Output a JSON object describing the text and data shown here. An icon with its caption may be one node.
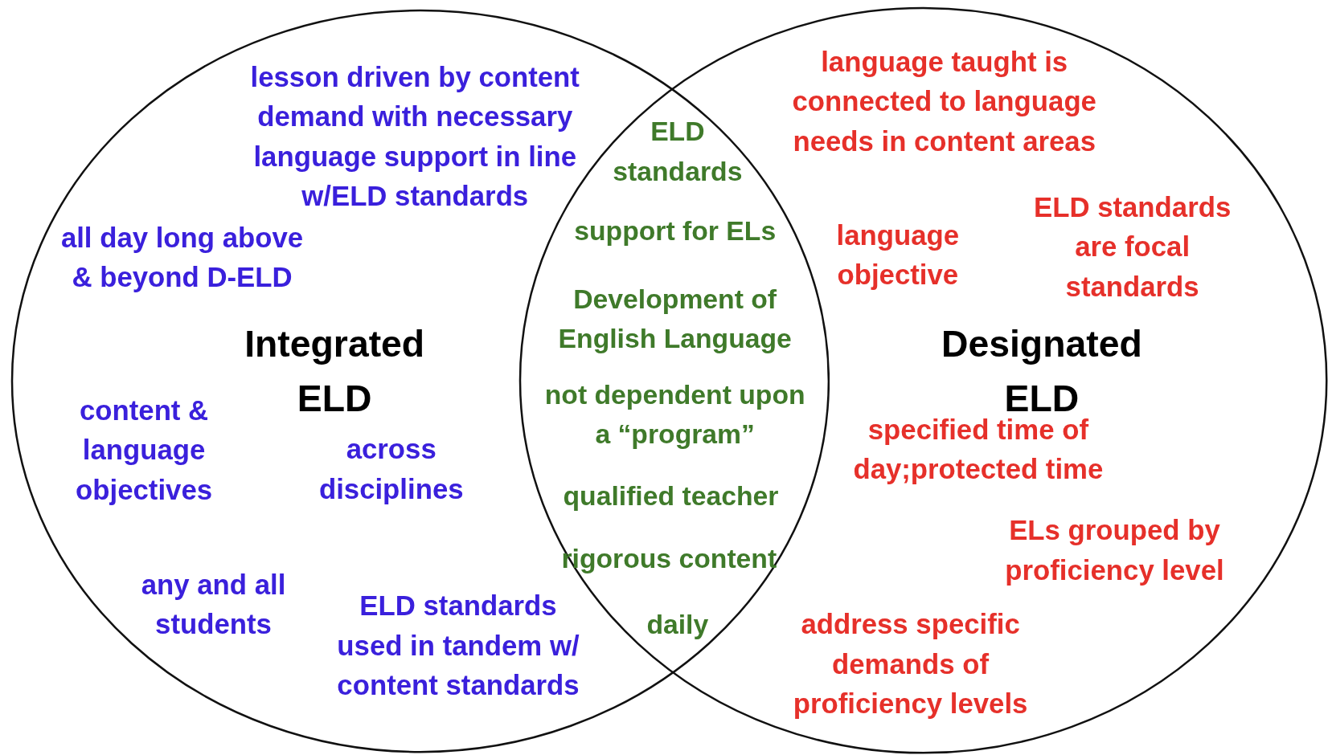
{
  "diagram": {
    "nodes": [
      {
        "text": [
          "lesson driven by content demand with necessary language support in line w/ELD standards",
          "all day long above & beyond D-ELD",
          "Integrated ELD",
          "content & language objectives",
          "across disciplines",
          "any and all students",
          "ELD standards used in tandem w/ content standards"
        ]
      },
      {
        "text": [
          "language taught is connected to language needs in content areas",
          "language objective",
          "ELD standards are focal standards",
          "Designated ELD",
          "specified time of day;protected time",
          "ELs grouped by proficiency level",
          "address specific demands of proficiency levels"
        ]
      }
    ],
    "labels": [
      "ELD standards",
      "support for ELs",
      "Development of English Language",
      "not dependent upon a “program”",
      "qualified teacher",
      "rigorous content",
      "daily"
    ]
  }
}
